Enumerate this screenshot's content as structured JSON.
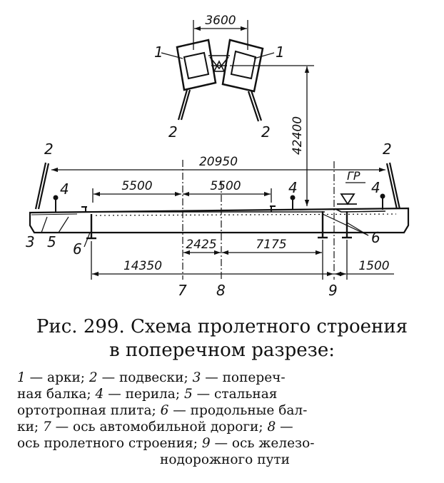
{
  "figure": {
    "dimensions": {
      "arch_spacing": "3600",
      "arch_height": "42400",
      "hanger_span": "20950",
      "left_lane": "5500",
      "right_lane": "5500",
      "offset_road_axis": "2425",
      "offset_rail_axis": "7175",
      "left_to_road_axis": "14350",
      "rail_to_right_girder": "1500"
    },
    "marker_gr": "ГР",
    "callouts": {
      "arch_left": "1",
      "arch_right": "1",
      "hanger_arch_left": "2",
      "hanger_arch_right": "2",
      "hanger_deck_left": "2",
      "hanger_deck_right": "2",
      "railing_left": "4",
      "railing_mid": "4",
      "railing_right": "4",
      "cross_beam": "3",
      "steel_plate": "5",
      "stringer_left": "6",
      "stringers_right": "6",
      "axis_road": "7",
      "axis_span": "8",
      "axis_rail": "9"
    }
  },
  "caption": {
    "line1": "Рис. 299. Схема пролетного строения",
    "line2": "в поперечном разрезе:"
  },
  "legend": [
    {
      "num": "1",
      "text": " — арки; "
    },
    {
      "num": "2",
      "text": " — подвески; "
    },
    {
      "num": "3",
      "text": " — попереч-"
    },
    {
      "text": "ная балка; "
    },
    {
      "num": "4",
      "text": " — перила; "
    },
    {
      "num": "5",
      "text": " — стальная"
    },
    {
      "text": "ортотропная плита; "
    },
    {
      "num": "6",
      "text": " — продольные бал-"
    },
    {
      "text": "ки; "
    },
    {
      "num": "7",
      "text": " — ось автомобильной дороги; "
    },
    {
      "num": "8",
      "text": " —"
    },
    {
      "text": "ось пролетного строения; "
    },
    {
      "num": "9",
      "text": " — ось железо-"
    },
    {
      "text": "нодорожного пути"
    }
  ]
}
